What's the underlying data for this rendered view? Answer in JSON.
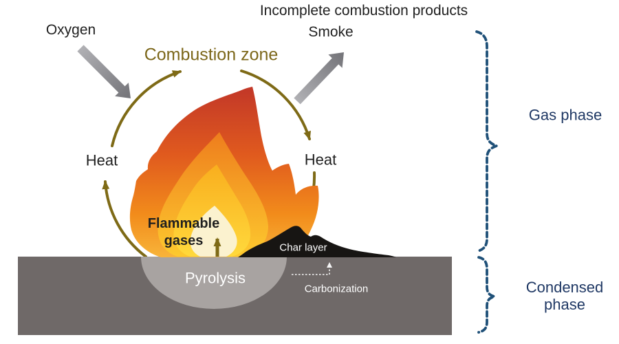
{
  "labels": {
    "oxygen": "Oxygen",
    "incomplete_products": "Incomplete combustion products",
    "smoke": "Smoke",
    "combustion_zone": "Combustion zone",
    "heat_left": "Heat",
    "heat_right": "Heat",
    "flammable_gases_line1": "Flammable",
    "flammable_gases_line2": "gases",
    "pyrolysis": "Pyrolysis",
    "char_layer": "Char layer",
    "carbonization": "Carbonization",
    "gas_phase": "Gas phase",
    "condensed_phase_line1": "Condensed",
    "condensed_phase_line2": "phase"
  },
  "colors": {
    "combustion_zone_text": "#7c671a",
    "cycle_arrow": "#7e6a16",
    "phase_text": "#1f3864",
    "brace": "#1f5078",
    "ground": "#6f6968",
    "pyrolysis_zone": "#a8a3a1",
    "char": "#171513",
    "flame_outer_top": "#c23728",
    "flame_outer_mid1": "#e05a1e",
    "flame_outer_mid2": "#f28c1b",
    "flame_outer_bottom": "#f8b43a",
    "flame_mid_top": "#ee7d1d",
    "flame_mid_bottom": "#fdc92e",
    "flame_inner_top": "#f9ae1e",
    "flame_inner_bottom": "#ffd93c",
    "flame_core": "#fbf2cf",
    "gray_arrow_light": "#b0b0b4",
    "gray_arrow_dark": "#737378",
    "white_dash": "#f5f5f5",
    "text": "#1f1f1f",
    "white_text": "#ffffff"
  }
}
